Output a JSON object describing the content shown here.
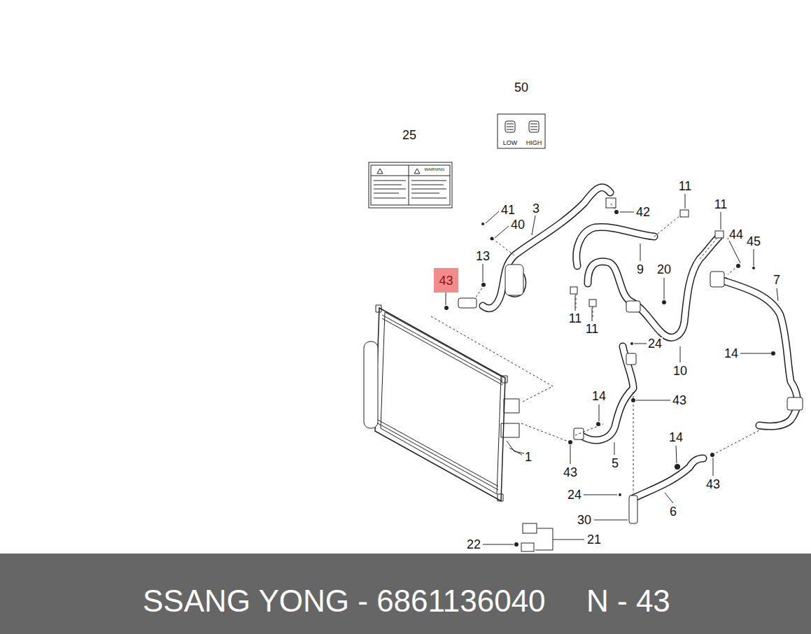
{
  "diagram": {
    "nodes": [
      {
        "text": [
          "50",
          "LOW",
          "HIGH"
        ]
      },
      {
        "text": [
          "25",
          "WARNING"
        ]
      },
      {
        "text": [
          "43"
        ]
      },
      {
        "text": [
          "SSANG YONG - 6861136040",
          "N - 43"
        ]
      }
    ],
    "labels": [
      "41",
      "3",
      "42",
      "11",
      "11",
      "40",
      "44",
      "45",
      "13",
      "9",
      "20",
      "7",
      "11",
      "11",
      "24",
      "14",
      "10",
      "14",
      "43",
      "1",
      "5",
      "14",
      "43",
      "43",
      "24",
      "6",
      "30",
      "21",
      "22"
    ]
  }
}
